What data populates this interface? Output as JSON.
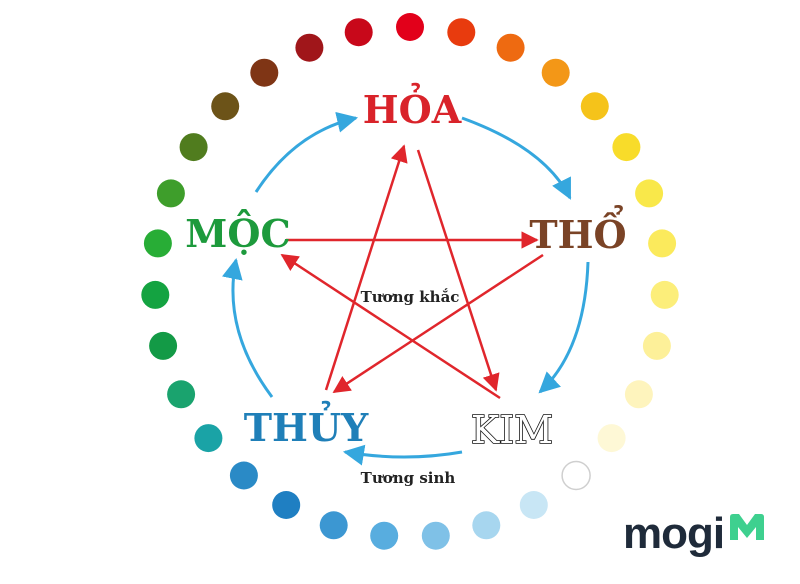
{
  "elements": {
    "hoa": {
      "label": "HỎA",
      "color": "#d9232a"
    },
    "tho": {
      "label": "THỔ",
      "color": "#7a4326"
    },
    "kim": {
      "label": "KIM",
      "color": "#111111"
    },
    "thuy": {
      "label": "THỦY",
      "color": "#1f7fb8"
    },
    "moc": {
      "label": "MỘC",
      "color": "#1d9a3c"
    }
  },
  "relations": {
    "khac_label": "Tương khắc",
    "sinh_label": "Tương sinh",
    "khac_color": "#e0262c",
    "sinh_color": "#35a7de"
  },
  "logo": {
    "text": "mogi",
    "text_color": "#1f2b3a",
    "mark_color": "#3ed08f"
  },
  "ring_colors": [
    "#e2001a",
    "#e83b0e",
    "#ee6a11",
    "#f39717",
    "#f5c31a",
    "#f8dc2a",
    "#f9e84a",
    "#fbea5c",
    "#fcee7a",
    "#fdf099",
    "#fef4bd",
    "#fef8d6",
    "#ffffff",
    "#c8e6f5",
    "#a7d6ef",
    "#7fc1e7",
    "#58addf",
    "#3c97d2",
    "#1f7fc2",
    "#2a8ac6",
    "#1aa3a6",
    "#1aa36e",
    "#139a46",
    "#14a341",
    "#28ad36",
    "#3e9e2b",
    "#507c1e",
    "#6c5318",
    "#7f3515",
    "#a0161a",
    "#c8081a"
  ]
}
